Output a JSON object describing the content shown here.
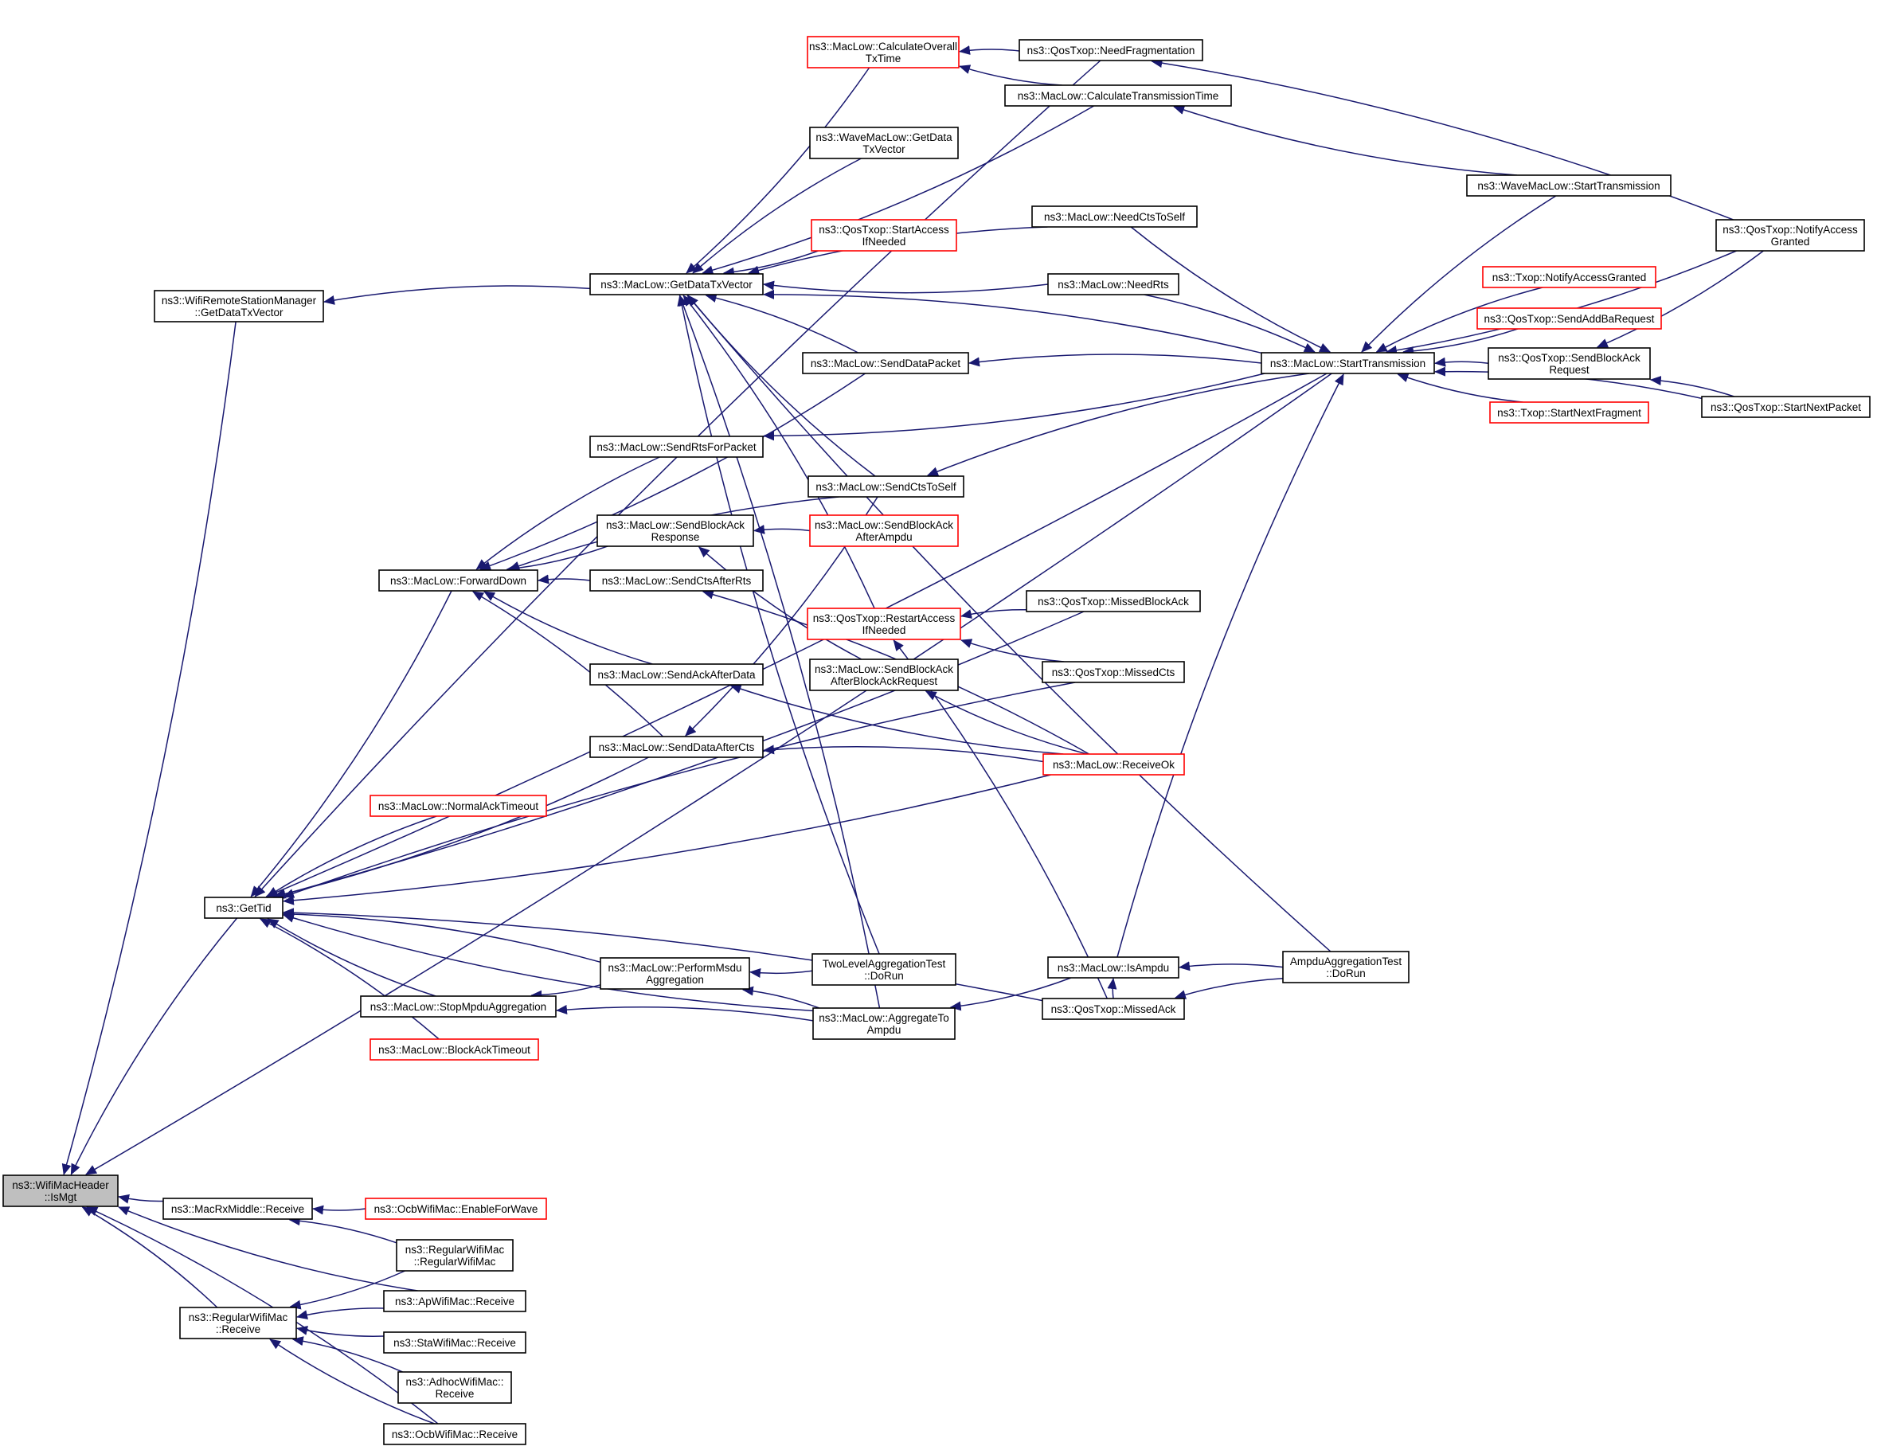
{
  "colors": {
    "edge": "#191970",
    "node_border": "#000000",
    "node_border_truncated": "#ff0000",
    "root_fill": "#bfbfbf",
    "node_fill": "#ffffff",
    "text": "#000000"
  },
  "nodes": [
    {
      "id": "ismgt",
      "lines": [
        "ns3::WifiMacHeader",
        "::IsMgt"
      ],
      "style": "root"
    },
    {
      "id": "getdatatxvector_wrsm",
      "lines": [
        "ns3::WifiRemoteStationManager",
        "::GetDataTxVector"
      ],
      "style": "normal"
    },
    {
      "id": "gettid",
      "lines": [
        "ns3::GetTid"
      ],
      "style": "normal"
    },
    {
      "id": "macrxmiddle_receive",
      "lines": [
        "ns3::MacRxMiddle::Receive"
      ],
      "style": "normal"
    },
    {
      "id": "regularwifimac_receive",
      "lines": [
        "ns3::RegularWifiMac",
        "::Receive"
      ],
      "style": "normal"
    },
    {
      "id": "getdatatxvector_maclow",
      "lines": [
        "ns3::MacLow::GetDataTxVector"
      ],
      "style": "normal"
    },
    {
      "id": "forwarddown",
      "lines": [
        "ns3::MacLow::ForwardDown"
      ],
      "style": "normal"
    },
    {
      "id": "normalacktimeout",
      "lines": [
        "ns3::MacLow::NormalAckTimeout"
      ],
      "style": "truncated"
    },
    {
      "id": "stopmpduaggregation",
      "lines": [
        "ns3::MacLow::StopMpduAggregation"
      ],
      "style": "normal"
    },
    {
      "id": "blockacktimeout",
      "lines": [
        "ns3::MacLow::BlockAckTimeout"
      ],
      "style": "truncated"
    },
    {
      "id": "sendrtsforpacket",
      "lines": [
        "ns3::MacLow::SendRtsForPacket"
      ],
      "style": "normal"
    },
    {
      "id": "sendblockackresponse",
      "lines": [
        "ns3::MacLow::SendBlockAck",
        "Response"
      ],
      "style": "normal"
    },
    {
      "id": "sendctsafterrts",
      "lines": [
        "ns3::MacLow::SendCtsAfterRts"
      ],
      "style": "normal"
    },
    {
      "id": "sendackafterdata",
      "lines": [
        "ns3::MacLow::SendAckAfterData"
      ],
      "style": "normal"
    },
    {
      "id": "senddataaftercts",
      "lines": [
        "ns3::MacLow::SendDataAfterCts"
      ],
      "style": "normal"
    },
    {
      "id": "performmsduaggregation",
      "lines": [
        "ns3::MacLow::PerformMsdu",
        "Aggregation"
      ],
      "style": "normal"
    },
    {
      "id": "calculateoveralltxtime",
      "lines": [
        "ns3::MacLow::CalculateOverall",
        "TxTime"
      ],
      "style": "truncated"
    },
    {
      "id": "wavemaclow_getdatatxvector",
      "lines": [
        "ns3::WaveMacLow::GetData",
        "TxVector"
      ],
      "style": "normal"
    },
    {
      "id": "qostxop_startaccessifneeded",
      "lines": [
        "ns3::QosTxop::StartAccess",
        "IfNeeded"
      ],
      "style": "truncated"
    },
    {
      "id": "senddatapacket",
      "lines": [
        "ns3::MacLow::SendDataPacket"
      ],
      "style": "normal"
    },
    {
      "id": "sendctstoself",
      "lines": [
        "ns3::MacLow::SendCtsToSelf"
      ],
      "style": "normal"
    },
    {
      "id": "sendblockackafterampdu",
      "lines": [
        "ns3::MacLow::SendBlockAck",
        "AfterAmpdu"
      ],
      "style": "truncated"
    },
    {
      "id": "restartaccessifneeded",
      "lines": [
        "ns3::QosTxop::RestartAccess",
        "IfNeeded"
      ],
      "style": "truncated"
    },
    {
      "id": "sendblockackafterblockackrequest",
      "lines": [
        "ns3::MacLow::SendBlockAck",
        "AfterBlockAckRequest"
      ],
      "style": "normal"
    },
    {
      "id": "twolevelaggregationtest",
      "lines": [
        "TwoLevelAggregationTest",
        "::DoRun"
      ],
      "style": "normal"
    },
    {
      "id": "aggregatetoampdu",
      "lines": [
        "ns3::MacLow::AggregateTo",
        "Ampdu"
      ],
      "style": "normal"
    },
    {
      "id": "needfragmentation",
      "lines": [
        "ns3::QosTxop::NeedFragmentation"
      ],
      "style": "normal"
    },
    {
      "id": "calculatetransmissiontime",
      "lines": [
        "ns3::MacLow::CalculateTransmissionTime"
      ],
      "style": "normal"
    },
    {
      "id": "needctstoself",
      "lines": [
        "ns3::MacLow::NeedCtsToSelf"
      ],
      "style": "normal"
    },
    {
      "id": "needrts",
      "lines": [
        "ns3::MacLow::NeedRts"
      ],
      "style": "normal"
    },
    {
      "id": "missedblockack",
      "lines": [
        "ns3::QosTxop::MissedBlockAck"
      ],
      "style": "normal"
    },
    {
      "id": "missedcts",
      "lines": [
        "ns3::QosTxop::MissedCts"
      ],
      "style": "normal"
    },
    {
      "id": "receiveok",
      "lines": [
        "ns3::MacLow::ReceiveOk"
      ],
      "style": "truncated"
    },
    {
      "id": "isampdu",
      "lines": [
        "ns3::MacLow::IsAmpdu"
      ],
      "style": "normal"
    },
    {
      "id": "missedack",
      "lines": [
        "ns3::QosTxop::MissedAck"
      ],
      "style": "normal"
    },
    {
      "id": "wavemaclow_starttransmission",
      "lines": [
        "ns3::WaveMacLow::StartTransmission"
      ],
      "style": "normal"
    },
    {
      "id": "starttransmission",
      "lines": [
        "ns3::MacLow::StartTransmission"
      ],
      "style": "normal"
    },
    {
      "id": "ampduaggregationtest",
      "lines": [
        "AmpduAggregationTest",
        "::DoRun"
      ],
      "style": "normal"
    },
    {
      "id": "txop_notifyaccessgranted",
      "lines": [
        "ns3::Txop::NotifyAccessGranted"
      ],
      "style": "truncated"
    },
    {
      "id": "sendaddbarequest",
      "lines": [
        "ns3::QosTxop::SendAddBaRequest"
      ],
      "style": "truncated"
    },
    {
      "id": "sendblockackrequest",
      "lines": [
        "ns3::QosTxop::SendBlockAck",
        "Request"
      ],
      "style": "normal"
    },
    {
      "id": "txop_startnextfragment",
      "lines": [
        "ns3::Txop::StartNextFragment"
      ],
      "style": "truncated"
    },
    {
      "id": "qostxop_notifyaccessgranted",
      "lines": [
        "ns3::QosTxop::NotifyAccess",
        "Granted"
      ],
      "style": "normal"
    },
    {
      "id": "qostxop_startnextpacket",
      "lines": [
        "ns3::QosTxop::StartNextPacket"
      ],
      "style": "normal"
    },
    {
      "id": "enableforwave",
      "lines": [
        "ns3::OcbWifiMac::EnableForWave"
      ],
      "style": "truncated"
    },
    {
      "id": "regularwifimac_ctor",
      "lines": [
        "ns3::RegularWifiMac",
        "::RegularWifiMac"
      ],
      "style": "normal"
    },
    {
      "id": "apwifimac_receive",
      "lines": [
        "ns3::ApWifiMac::Receive"
      ],
      "style": "normal"
    },
    {
      "id": "stawifimac_receive",
      "lines": [
        "ns3::StaWifiMac::Receive"
      ],
      "style": "normal"
    },
    {
      "id": "adhocwifimac_receive",
      "lines": [
        "ns3::AdhocWifiMac::",
        "Receive"
      ],
      "style": "normal"
    },
    {
      "id": "ocbwifimac_receive",
      "lines": [
        "ns3::OcbWifiMac::Receive"
      ],
      "style": "normal"
    }
  ],
  "edges": [
    [
      "getdatatxvector_wrsm",
      "ismgt"
    ],
    [
      "gettid",
      "ismgt"
    ],
    [
      "macrxmiddle_receive",
      "ismgt"
    ],
    [
      "regularwifimac_receive",
      "ismgt"
    ],
    [
      "apwifimac_receive",
      "ismgt"
    ],
    [
      "ocbwifimac_receive",
      "ismgt"
    ],
    [
      "starttransmission",
      "ismgt"
    ],
    [
      "getdatatxvector_maclow",
      "getdatatxvector_wrsm"
    ],
    [
      "forwarddown",
      "gettid"
    ],
    [
      "normalacktimeout",
      "gettid"
    ],
    [
      "stopmpduaggregation",
      "gettid"
    ],
    [
      "blockacktimeout",
      "gettid"
    ],
    [
      "senddataaftercts",
      "gettid"
    ],
    [
      "performmsduaggregation",
      "gettid"
    ],
    [
      "aggregatetoampdu",
      "gettid"
    ],
    [
      "needfragmentation",
      "gettid"
    ],
    [
      "missedblockack",
      "gettid"
    ],
    [
      "missedcts",
      "gettid"
    ],
    [
      "receiveok",
      "gettid"
    ],
    [
      "missedack",
      "gettid"
    ],
    [
      "starttransmission",
      "gettid"
    ],
    [
      "sendrtsforpacket",
      "forwarddown"
    ],
    [
      "sendblockackresponse",
      "forwarddown"
    ],
    [
      "sendctsafterrts",
      "forwarddown"
    ],
    [
      "sendackafterdata",
      "forwarddown"
    ],
    [
      "senddataaftercts",
      "forwarddown"
    ],
    [
      "senddatapacket",
      "forwarddown"
    ],
    [
      "sendctstoself",
      "forwarddown"
    ],
    [
      "performmsduaggregation",
      "stopmpduaggregation"
    ],
    [
      "aggregatetoampdu",
      "stopmpduaggregation"
    ],
    [
      "twolevelaggregationtest",
      "performmsduaggregation"
    ],
    [
      "aggregatetoampdu",
      "performmsduaggregation"
    ],
    [
      "calculateoveralltxtime",
      "getdatatxvector_maclow"
    ],
    [
      "wavemaclow_getdatatxvector",
      "getdatatxvector_maclow"
    ],
    [
      "qostxop_startaccessifneeded",
      "getdatatxvector_maclow"
    ],
    [
      "senddatapacket",
      "getdatatxvector_maclow"
    ],
    [
      "sendctstoself",
      "getdatatxvector_maclow"
    ],
    [
      "restartaccessifneeded",
      "getdatatxvector_maclow"
    ],
    [
      "calculatetransmissiontime",
      "getdatatxvector_maclow"
    ],
    [
      "needctstoself",
      "getdatatxvector_maclow"
    ],
    [
      "needrts",
      "getdatatxvector_maclow"
    ],
    [
      "starttransmission",
      "getdatatxvector_maclow"
    ],
    [
      "twolevelaggregationtest",
      "getdatatxvector_maclow"
    ],
    [
      "aggregatetoampdu",
      "getdatatxvector_maclow"
    ],
    [
      "ampduaggregationtest",
      "getdatatxvector_maclow"
    ],
    [
      "needfragmentation",
      "calculateoveralltxtime"
    ],
    [
      "calculatetransmissiontime",
      "calculateoveralltxtime"
    ],
    [
      "starttransmission",
      "senddatapacket"
    ],
    [
      "starttransmission",
      "sendrtsforpacket"
    ],
    [
      "starttransmission",
      "sendctstoself"
    ],
    [
      "sendctstoself",
      "senddataaftercts"
    ],
    [
      "sendblockackafterampdu",
      "sendblockackresponse"
    ],
    [
      "sendblockackafterblockackrequest",
      "sendblockackresponse"
    ],
    [
      "receiveok",
      "sendctsafterrts"
    ],
    [
      "receiveok",
      "sendackafterdata"
    ],
    [
      "receiveok",
      "senddataaftercts"
    ],
    [
      "receiveok",
      "sendblockackafterblockackrequest"
    ],
    [
      "missedblockack",
      "restartaccessifneeded"
    ],
    [
      "missedcts",
      "restartaccessifneeded"
    ],
    [
      "missedack",
      "restartaccessifneeded"
    ],
    [
      "isampdu",
      "aggregatetoampdu"
    ],
    [
      "qostxop_notifyaccessgranted",
      "needfragmentation"
    ],
    [
      "wavemaclow_starttransmission",
      "calculatetransmissiontime"
    ],
    [
      "needctstoself",
      "starttransmission"
    ],
    [
      "needrts",
      "starttransmission"
    ],
    [
      "wavemaclow_starttransmission",
      "starttransmission"
    ],
    [
      "qostxop_notifyaccessgranted",
      "starttransmission"
    ],
    [
      "txop_notifyaccessgranted",
      "starttransmission"
    ],
    [
      "sendaddbarequest",
      "starttransmission"
    ],
    [
      "sendblockackrequest",
      "starttransmission"
    ],
    [
      "txop_startnextfragment",
      "starttransmission"
    ],
    [
      "qostxop_startnextpacket",
      "starttransmission"
    ],
    [
      "isampdu",
      "starttransmission"
    ],
    [
      "ampduaggregationtest",
      "isampdu"
    ],
    [
      "missedack",
      "isampdu"
    ],
    [
      "ampduaggregationtest",
      "missedack"
    ],
    [
      "qostxop_notifyaccessgranted",
      "sendblockackrequest"
    ],
    [
      "qostxop_startnextpacket",
      "sendblockackrequest"
    ],
    [
      "enableforwave",
      "macrxmiddle_receive"
    ],
    [
      "regularwifimac_ctor",
      "macrxmiddle_receive"
    ],
    [
      "regularwifimac_ctor",
      "regularwifimac_receive"
    ],
    [
      "apwifimac_receive",
      "regularwifimac_receive"
    ],
    [
      "stawifimac_receive",
      "regularwifimac_receive"
    ],
    [
      "adhocwifimac_receive",
      "regularwifimac_receive"
    ],
    [
      "ocbwifimac_receive",
      "regularwifimac_receive"
    ]
  ]
}
